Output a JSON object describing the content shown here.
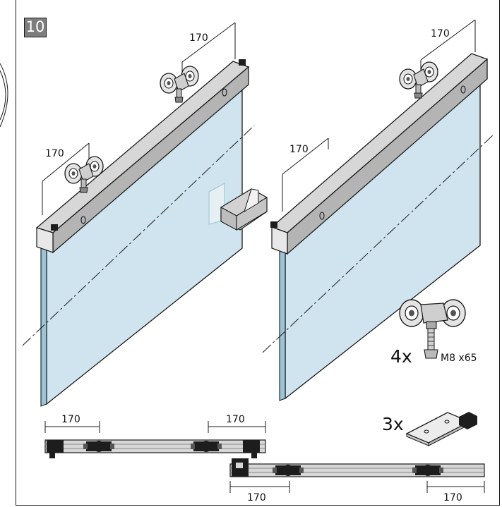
{
  "step_number": "10",
  "colors": {
    "glass": "#cfe4ee",
    "glass_edge": "#9cc4d6",
    "rail_top": "#d7d7d7",
    "rail_face": "#b4b4b4",
    "roller": "#e4e4e4",
    "outline": "#1a1a1a",
    "badge": "#7d7d7d"
  },
  "left_panel": {
    "dim_top": "170",
    "dim_left": "170"
  },
  "right_panel": {
    "dim_top": "170",
    "dim_left": "170"
  },
  "bottom_rails": {
    "top_left_dim": "170",
    "top_right_dim": "170",
    "bottom_left_dim": "170",
    "bottom_right_dim": "170"
  },
  "roller_kit": {
    "quantity": "4x",
    "spec": "M8 x65",
    "icon": "roller-carriage-icon"
  },
  "end_stop_kit": {
    "quantity": "3x",
    "icon": "end-stop-plate-icon"
  }
}
